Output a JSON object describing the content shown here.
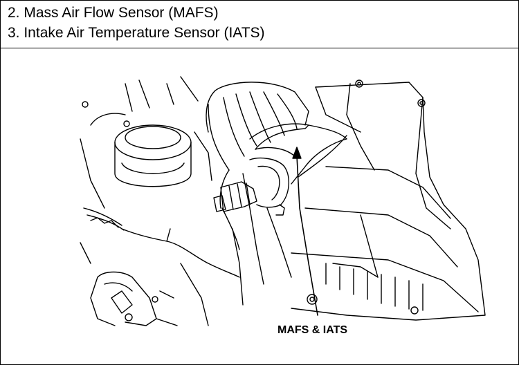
{
  "header": {
    "items": [
      "2. Mass Air Flow Sensor (MAFS)",
      "3. Intake Air Temperature Sensor (IATS)"
    ]
  },
  "figure": {
    "callout_label": "MAFS & IATS"
  }
}
